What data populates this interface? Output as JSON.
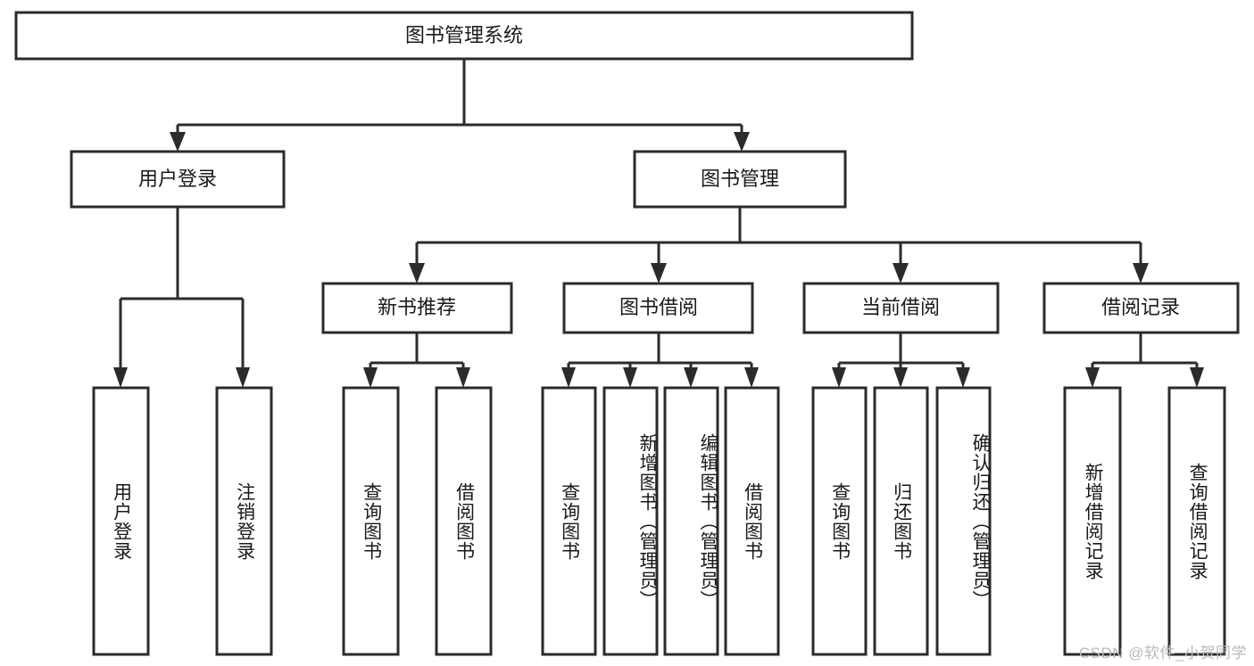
{
  "diagram": {
    "title": "图书管理系统",
    "type": "tree-hierarchy",
    "root": {
      "label": "图书管理系统"
    },
    "level1": [
      {
        "label": "用户登录"
      },
      {
        "label": "图书管理"
      }
    ],
    "level2": [
      {
        "label": "新书推荐"
      },
      {
        "label": "图书借阅"
      },
      {
        "label": "当前借阅"
      },
      {
        "label": "借阅记录"
      }
    ],
    "leaves": {
      "user_login": [
        {
          "label": "用户登录"
        },
        {
          "label": "注销登录"
        }
      ],
      "new_book_recommend": [
        {
          "label": "查询图书"
        },
        {
          "label": "借阅图书"
        }
      ],
      "book_borrow": [
        {
          "label": "查询图书"
        },
        {
          "label": "新增图书（管理员）"
        },
        {
          "label": "编辑图书（管理员）"
        },
        {
          "label": "借阅图书"
        }
      ],
      "current_borrow": [
        {
          "label": "查询图书"
        },
        {
          "label": "归还图书"
        },
        {
          "label": "确认归还（管理员）"
        }
      ],
      "borrow_record": [
        {
          "label": "新增借阅记录"
        },
        {
          "label": "查询借阅记录"
        }
      ]
    }
  },
  "watermark": {
    "text": "CSDN @软件_小贺同学"
  },
  "colors": {
    "stroke": "#2b2b2b",
    "fill": "#ffffff",
    "text": "#1a1a1a",
    "watermark": "#b9b9b9"
  }
}
